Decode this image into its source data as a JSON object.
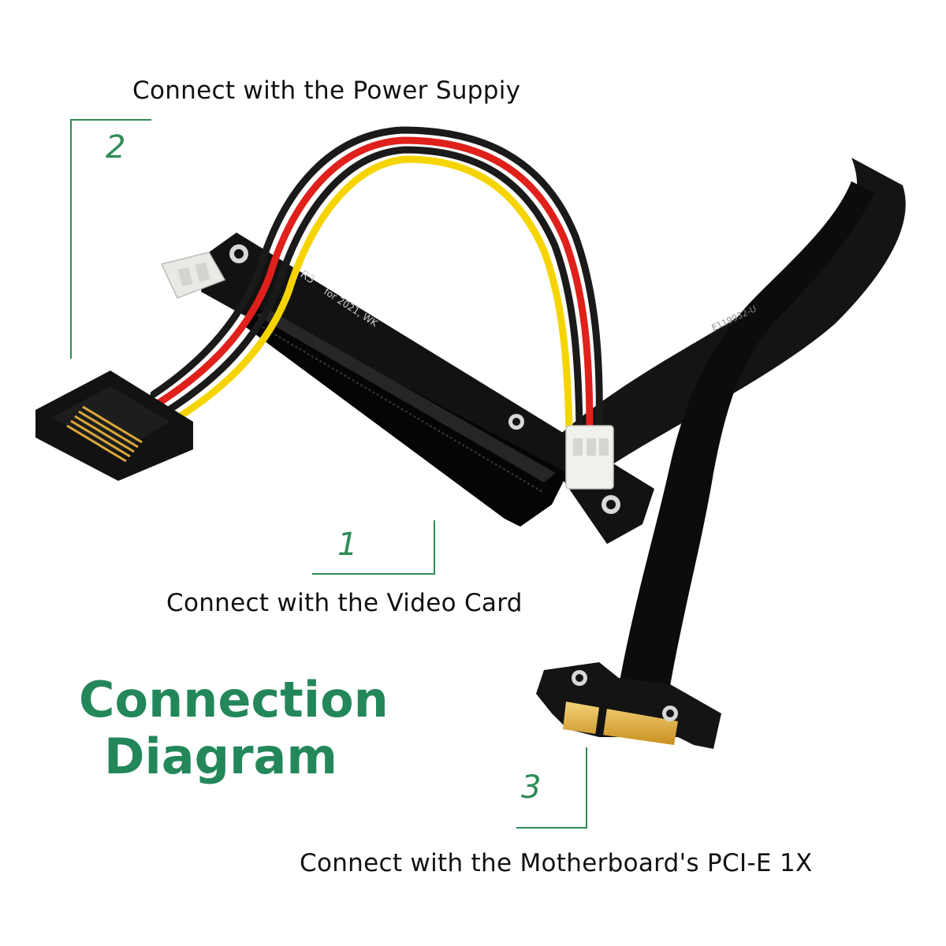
{
  "callouts": [
    {
      "number": "1",
      "text": "Connect with the Video Card"
    },
    {
      "number": "2",
      "text": "Connect with the Power Suppiy"
    },
    {
      "number": "3",
      "text": "Connect with the Motherboard's PCI-E 1X"
    }
  ],
  "title": {
    "line1": "Connection",
    "line2": "Diagram"
  },
  "board_print": {
    "model": "R3",
    "year": "for 2021, WK",
    "cable": "E119932-U"
  },
  "colors": {
    "accent": "#2e8b57",
    "title": "#23875a",
    "pcb": "#111111",
    "wire_yellow": "#f5d400",
    "wire_red": "#e0201b",
    "wire_black": "#1a1a1a",
    "gold_fingers": "#d9a93a"
  }
}
